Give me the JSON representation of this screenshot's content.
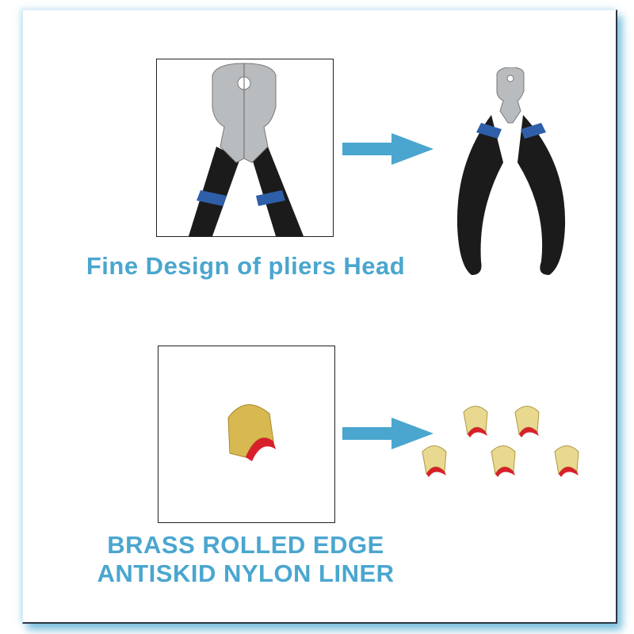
{
  "section1": {
    "caption": "Fine Design of pliers Head"
  },
  "section2": {
    "caption_line1": "BRASS ROLLED EDGE",
    "caption_line2": "ANTISKID NYLON LINER"
  },
  "colors": {
    "accent": "#4aa6cf",
    "handle": "#1a1a1a",
    "band": "#2f5fa8",
    "brass": "#d8b850",
    "liner": "#d8202a"
  }
}
